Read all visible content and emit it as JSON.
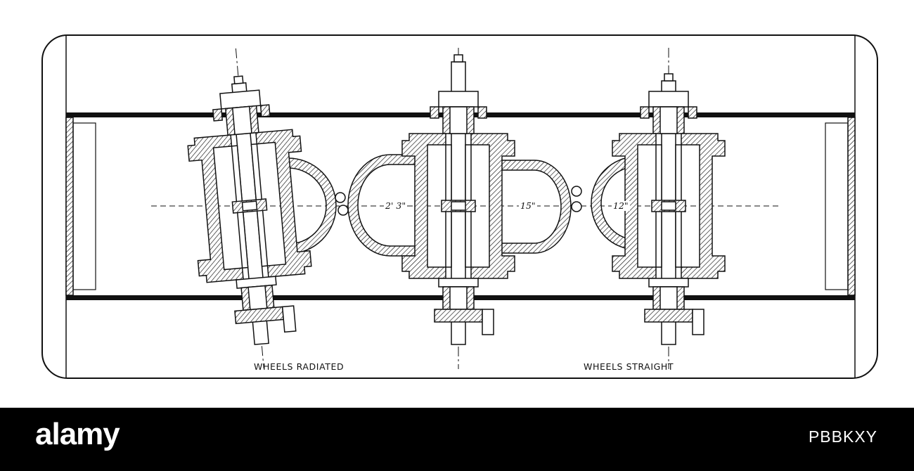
{
  "drawing": {
    "caption_left": "WHEELS RADIATED",
    "caption_right": "WHEELS STRAIGHT",
    "dimensions": [
      "2' 3\"",
      "15\"",
      "12\""
    ]
  },
  "footer": {
    "brand": "alamy",
    "image_id": "PBBKXY"
  },
  "colors": {
    "ink": "#111111",
    "paper": "#ffffff",
    "footer_background": "#000000",
    "footer_text": "#ffffff"
  }
}
